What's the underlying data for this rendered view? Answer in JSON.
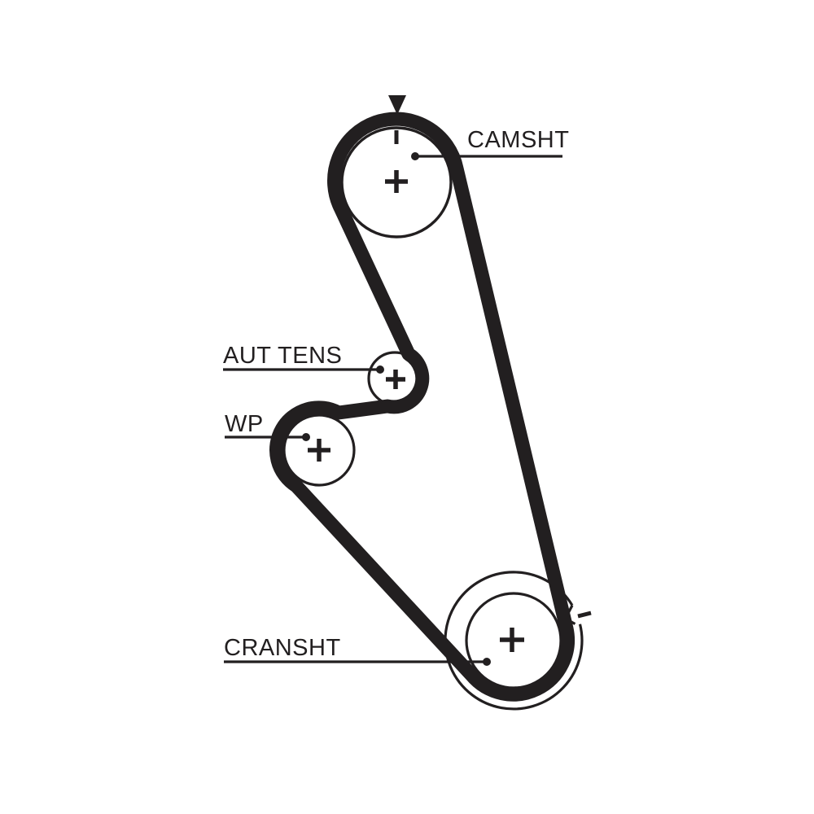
{
  "diagram": {
    "type": "timing-belt-routing",
    "background_color": "#ffffff",
    "line_color": "#221f20",
    "labels": {
      "camshaft": "CAMSHT",
      "tensioner": "AUT TENS",
      "water_pump": "WP",
      "crankshaft": "CRANSHT"
    },
    "components": [
      {
        "id": "camshaft-pulley",
        "label": "CAMSHT",
        "center_mark": "+"
      },
      {
        "id": "automatic-tensioner-pulley",
        "label": "AUT TENS",
        "center_mark": "+"
      },
      {
        "id": "water-pump-pulley",
        "label": "WP",
        "center_mark": "+"
      },
      {
        "id": "crankshaft-pulley",
        "label": "CRANSHT",
        "center_mark": "+"
      }
    ],
    "markers": {
      "camshaft_alignment_arrow": "filled-triangle-down-icon",
      "camshaft_timing_tick": "vertical-dash-mark",
      "crankshaft_timing_notch": "v-notch-mark",
      "crankshaft_timing_dash": "short-dash-mark"
    }
  }
}
